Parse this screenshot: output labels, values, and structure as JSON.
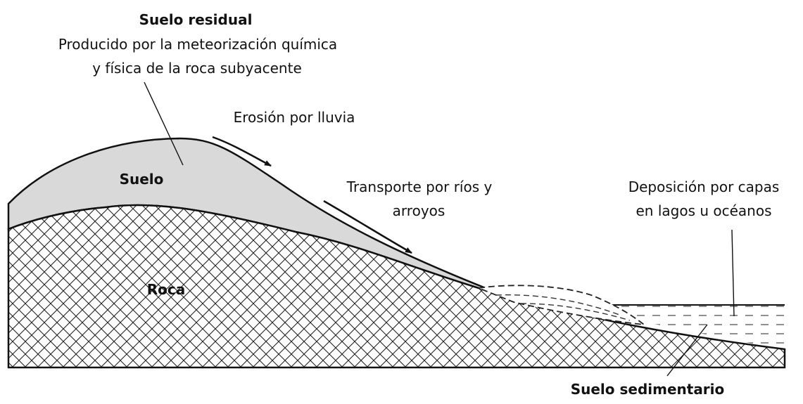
{
  "labels": {
    "residual_title": "Suelo residual",
    "residual_line1": "Producido por la meteorización química",
    "residual_line2": "y física de la roca subyacente",
    "erosion": "Erosión por lluvia",
    "transport_line1": "Transporte por ríos y",
    "transport_line2": "arroyos",
    "deposition_line1": "Deposición por capas",
    "deposition_line2": "en lagos u océanos",
    "soil": "Suelo",
    "rock": "Roca",
    "sedimentary": "Suelo sedimentario"
  },
  "colors": {
    "soil_fill": "#d9d9d9",
    "outline": "#111111",
    "background": "#ffffff"
  }
}
